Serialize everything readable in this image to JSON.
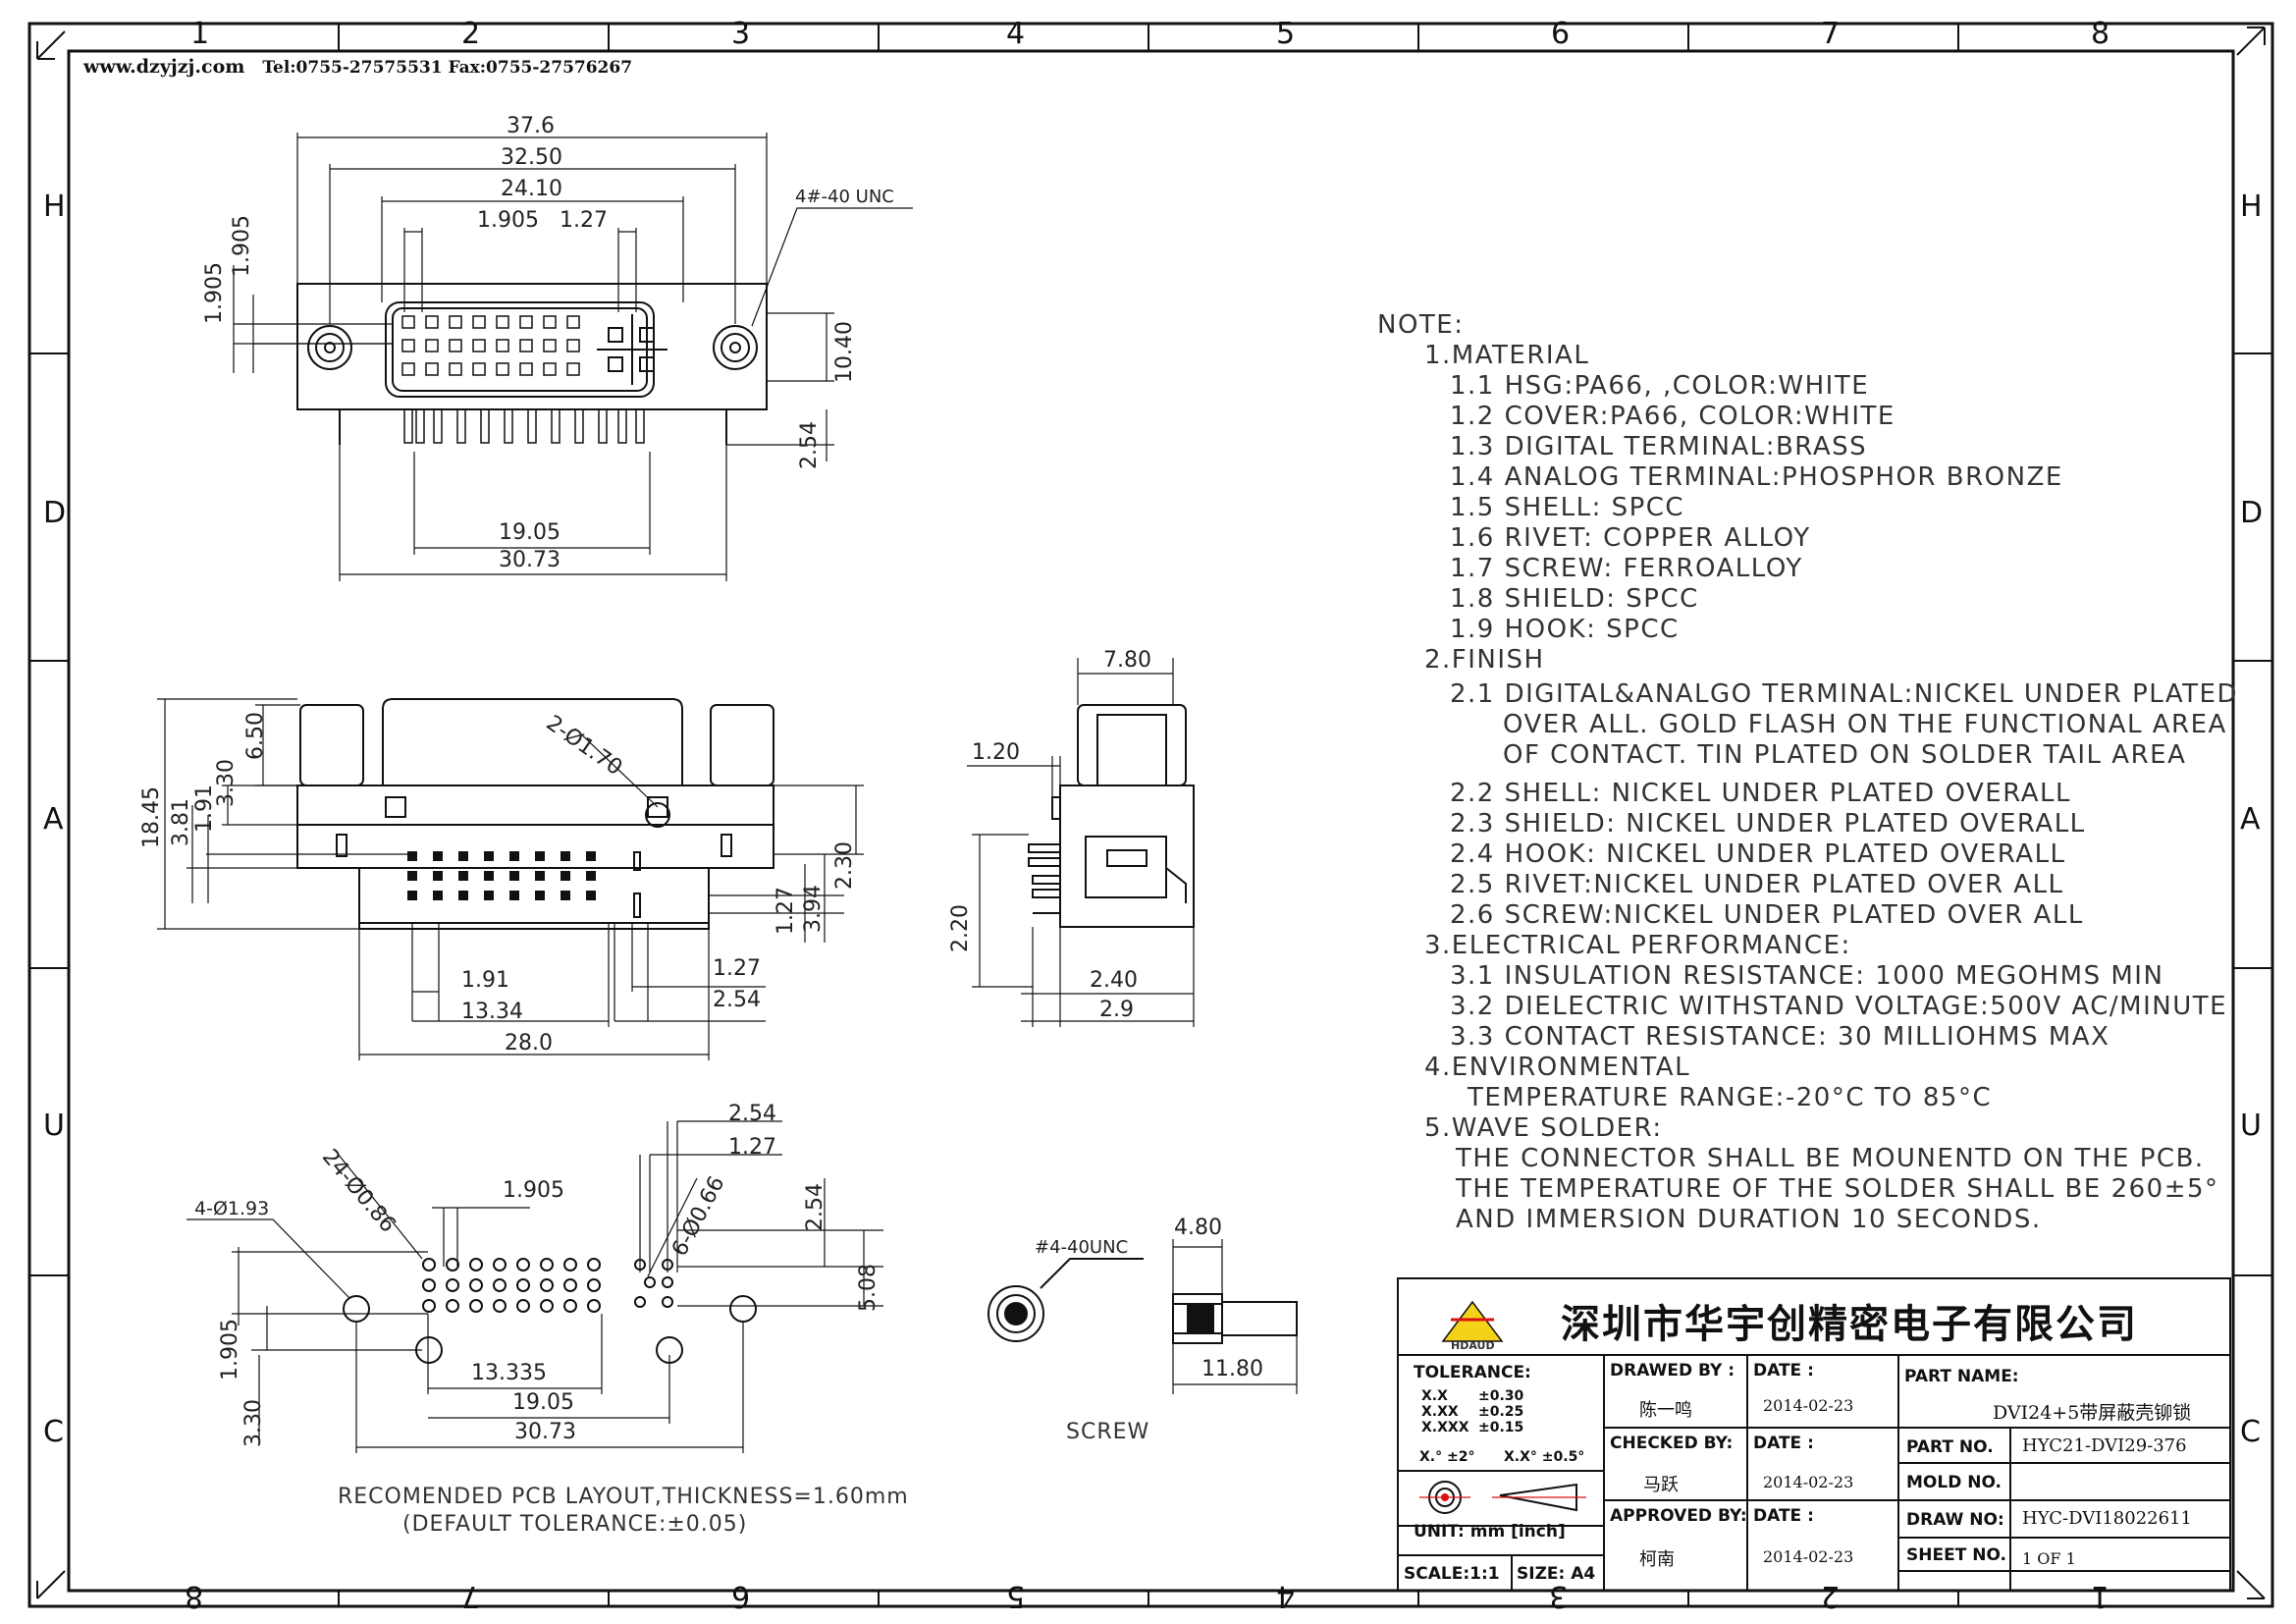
{
  "header": {
    "website": "www.dzyjzj.com",
    "contact": "Tel:0755-27575531 Fax:0755-27576267"
  },
  "zones": {
    "top": [
      "1",
      "2",
      "3",
      "4",
      "5",
      "6",
      "7",
      "8"
    ],
    "bottom": [
      "8",
      "7",
      "6",
      "5",
      "4",
      "3",
      "2",
      "1"
    ],
    "left": [
      "H",
      "D",
      "A",
      "U",
      "C"
    ],
    "right": [
      "H",
      "D",
      "A",
      "U",
      "C"
    ]
  },
  "top_view": {
    "dims": [
      "37.6",
      "32.50",
      "24.10",
      "1.905",
      "1.27",
      "1.905",
      "1.905",
      "4#-40 UNC",
      "10.40",
      "2.54",
      "19.05",
      "30.73"
    ]
  },
  "front_view": {
    "dims": [
      "18.45",
      "6.50",
      "3.30",
      "3.81",
      "1.91",
      "2-Ø1.70",
      "2.30",
      "1.27",
      "3.94",
      "1.91",
      "13.34",
      "28.0",
      "1.27",
      "2.54"
    ]
  },
  "side_view": {
    "dims": [
      "7.80",
      "1.20",
      "2.20",
      "2.40",
      "2.9"
    ]
  },
  "pcb_view": {
    "dims": [
      "2.54",
      "1.27",
      "4-Ø1.93",
      "24-Ø0.86",
      "1.905",
      "6-Ø0.66",
      "2.54",
      "5.08",
      "1.905",
      "3.30",
      "13.335",
      "19.05",
      "30.73"
    ],
    "caption_1": "RECOMENDED PCB LAYOUT,THICKNESS=1.60mm",
    "caption_2": "(DEFAULT TOLERANCE:±0.05)"
  },
  "screw_view": {
    "thread_label": "#4-40UNC",
    "dims": [
      "4.80",
      "11.80"
    ],
    "caption": "SCREW"
  },
  "notes": [
    "NOTE:",
    "1.MATERIAL",
    "1.1  HSG:PA66, ,COLOR:WHITE",
    "1.2  COVER:PA66, COLOR:WHITE",
    "1.3  DIGITAL TERMINAL:BRASS",
    "1.4  ANALOG TERMINAL:PHOSPHOR BRONZE",
    "1.5  SHELL: SPCC",
    "1.6  RIVET: COPPER ALLOY",
    "1.7  SCREW: FERROALLOY",
    "1.8  SHIELD: SPCC",
    "1.9  HOOK: SPCC",
    "2.FINISH",
    "2.1  DIGITAL&ANALGO TERMINAL:NICKEL UNDER PLATED",
    "OVER ALL. GOLD FLASH ON THE FUNCTIONAL AREA",
    "OF CONTACT. TIN PLATED ON SOLDER TAIL AREA",
    "2.2  SHELL: NICKEL UNDER PLATED OVERALL",
    "2.3  SHIELD: NICKEL UNDER PLATED OVERALL",
    "2.4  HOOK: NICKEL UNDER PLATED OVERALL",
    "2.5  RIVET:NICKEL UNDER PLATED OVER ALL",
    "2.6  SCREW:NICKEL UNDER PLATED OVER ALL",
    "3.ELECTRICAL PERFORMANCE:",
    "3.1  INSULATION RESISTANCE: 1000 MEGOHMS MIN",
    "3.2  DIELECTRIC WITHSTAND VOLTAGE:500V AC/MINUTE",
    "3.3  CONTACT RESISTANCE: 30 MILLIOHMS MAX",
    "4.ENVIRONMENTAL",
    "TEMPERATURE RANGE:-20°C TO 85°C",
    "5.WAVE SOLDER:",
    "THE CONNECTOR SHALL BE MOUNENTD ON THE PCB.",
    "THE TEMPERATURE OF THE SOLDER SHALL BE 260±5°",
    "AND IMMERSION DURATION 10 SECONDS."
  ],
  "title_block": {
    "company": "深圳市华宇创精密电子有限公司",
    "logo_text": "HDAUD",
    "tolerance_label": "TOLERANCE:",
    "tolerance_x": "X.X",
    "tolerance_x_val": "±0.30",
    "tolerance_xx": "X.XX",
    "tolerance_xx_val": "±0.25",
    "tolerance_xxx": "X.XXX",
    "tolerance_xxx_val": "±0.15",
    "angle_1": "X.° ±2°",
    "angle_2": "X.X° ±0.5°",
    "unit": "UNIT:  mm  [inch]",
    "scale": "SCALE:1:1",
    "size": "SIZE: A4",
    "drawn_by_label": "DRAWED BY :",
    "drawn_by": "陈一鸣",
    "checked_by_label": "CHECKED BY:",
    "checked_by": "马跃",
    "approved_by_label": "APPROVED BY:",
    "approved_by": "柯南",
    "date_label": "DATE :",
    "date_1": "2014-02-23",
    "date_2": "2014-02-23",
    "date_3": "2014-02-23",
    "part_name_label": "PART NAME:",
    "part_name": "DVI24+5带屏蔽壳铆锁",
    "part_no_label": "PART NO.",
    "part_no": "HYC21-DVI29-376",
    "mold_no_label": "MOLD NO.",
    "mold_no": "",
    "draw_no_label": "DRAW NO:",
    "draw_no": "HYC-DVI18022611",
    "sheet_no_label": "SHEET NO.",
    "sheet_no": "1 OF 1"
  }
}
